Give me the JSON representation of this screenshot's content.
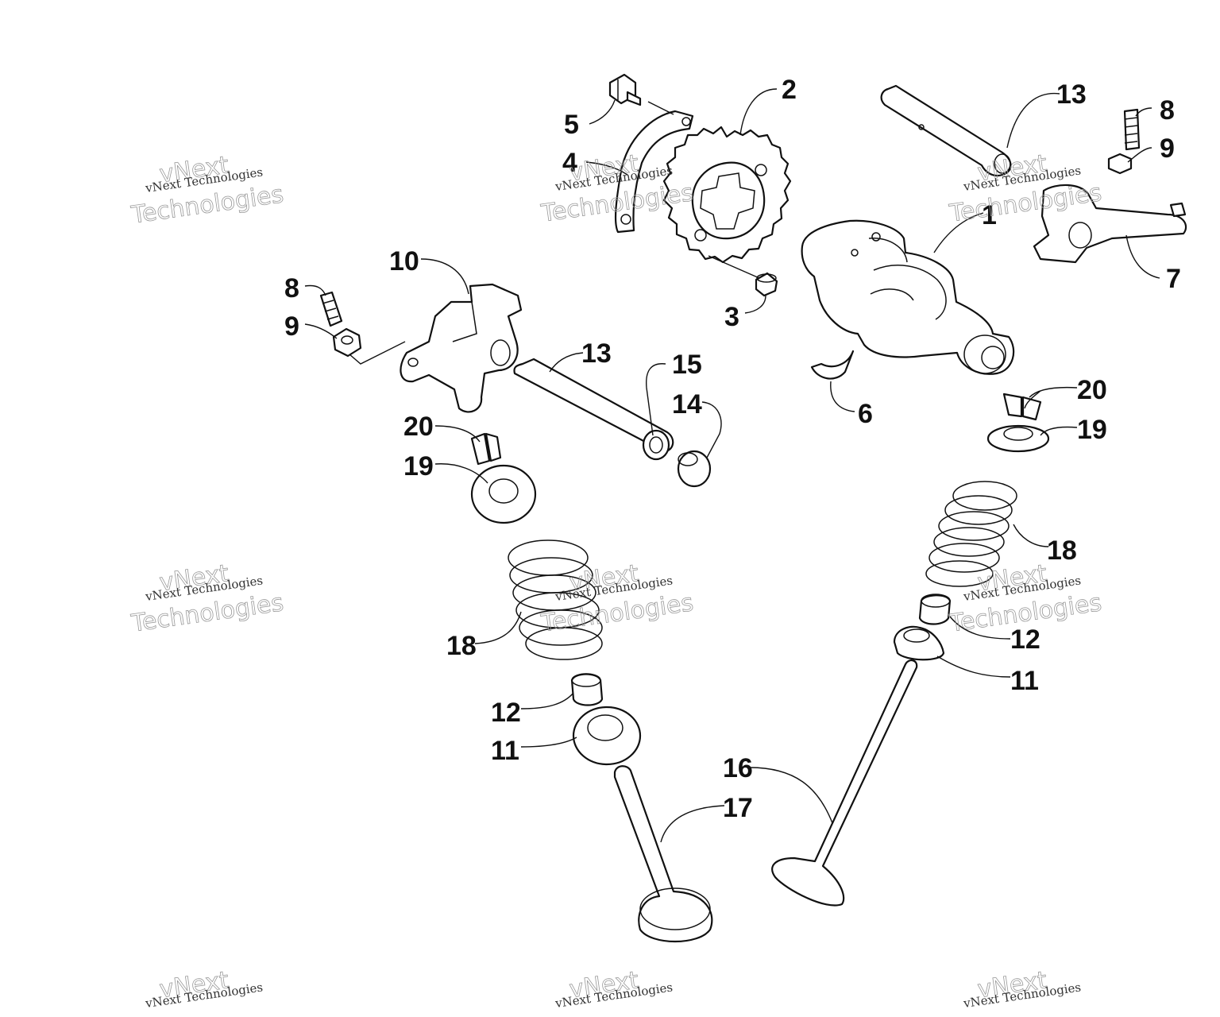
{
  "callouts": [
    {
      "id": "c1",
      "text": "1"
    },
    {
      "id": "c2",
      "text": "2"
    },
    {
      "id": "c3",
      "text": "3"
    },
    {
      "id": "c4",
      "text": "4"
    },
    {
      "id": "c5",
      "text": "5"
    },
    {
      "id": "c6",
      "text": "6"
    },
    {
      "id": "c7",
      "text": "7"
    },
    {
      "id": "c8a",
      "text": "8"
    },
    {
      "id": "c8b",
      "text": "8"
    },
    {
      "id": "c9a",
      "text": "9"
    },
    {
      "id": "c9b",
      "text": "9"
    },
    {
      "id": "c10",
      "text": "10"
    },
    {
      "id": "c11a",
      "text": "11"
    },
    {
      "id": "c11b",
      "text": "11"
    },
    {
      "id": "c12a",
      "text": "12"
    },
    {
      "id": "c12b",
      "text": "12"
    },
    {
      "id": "c13a",
      "text": "13"
    },
    {
      "id": "c13b",
      "text": "13"
    },
    {
      "id": "c14",
      "text": "14"
    },
    {
      "id": "c15",
      "text": "15"
    },
    {
      "id": "c16",
      "text": "16"
    },
    {
      "id": "c17",
      "text": "17"
    },
    {
      "id": "c18a",
      "text": "18"
    },
    {
      "id": "c18b",
      "text": "18"
    },
    {
      "id": "c19a",
      "text": "19"
    },
    {
      "id": "c19b",
      "text": "19"
    },
    {
      "id": "c20a",
      "text": "20"
    },
    {
      "id": "c20b",
      "text": "20"
    }
  ],
  "watermark": {
    "line1": "vNext Technologies",
    "line2": "vNext",
    "line3": "Technologies"
  }
}
